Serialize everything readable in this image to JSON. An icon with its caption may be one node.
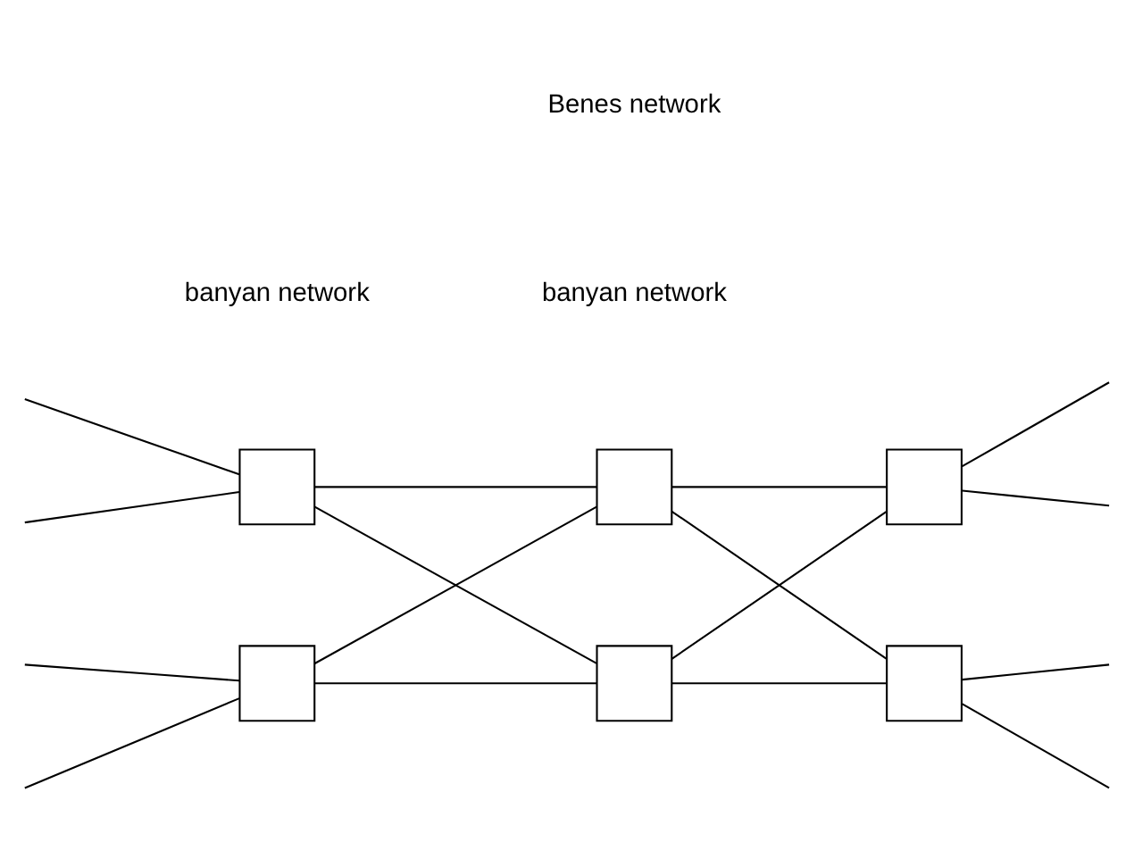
{
  "diagram": {
    "nodes": [
      {
        "text": [],
        "shape": "box"
      },
      {
        "text": [],
        "shape": "box"
      },
      {
        "text": [],
        "shape": "box"
      },
      {
        "text": [],
        "shape": "box"
      },
      {
        "text": [],
        "shape": "box"
      },
      {
        "text": [],
        "shape": "box"
      }
    ],
    "edges": [
      {
        "from": null,
        "to": 0,
        "arrow": "none"
      },
      {
        "from": null,
        "to": 0,
        "arrow": "none"
      },
      {
        "from": null,
        "to": 3,
        "arrow": "none"
      },
      {
        "from": null,
        "to": 3,
        "arrow": "none"
      },
      {
        "from": 0,
        "to": 1,
        "arrow": "none"
      },
      {
        "from": 0,
        "to": 4,
        "arrow": "none"
      },
      {
        "from": 3,
        "to": 1,
        "arrow": "none"
      },
      {
        "from": 3,
        "to": 4,
        "arrow": "none"
      },
      {
        "from": 1,
        "to": 2,
        "arrow": "none"
      },
      {
        "from": 1,
        "to": 5,
        "arrow": "none"
      },
      {
        "from": 4,
        "to": 2,
        "arrow": "none"
      },
      {
        "from": 4,
        "to": 5,
        "arrow": "none"
      },
      {
        "from": 2,
        "to": null,
        "arrow": "none"
      },
      {
        "from": 2,
        "to": null,
        "arrow": "none"
      },
      {
        "from": 5,
        "to": null,
        "arrow": "none"
      },
      {
        "from": 5,
        "to": null,
        "arrow": "none"
      }
    ],
    "labels": [
      "banyan network",
      "banyan network",
      "Benes network"
    ]
  }
}
